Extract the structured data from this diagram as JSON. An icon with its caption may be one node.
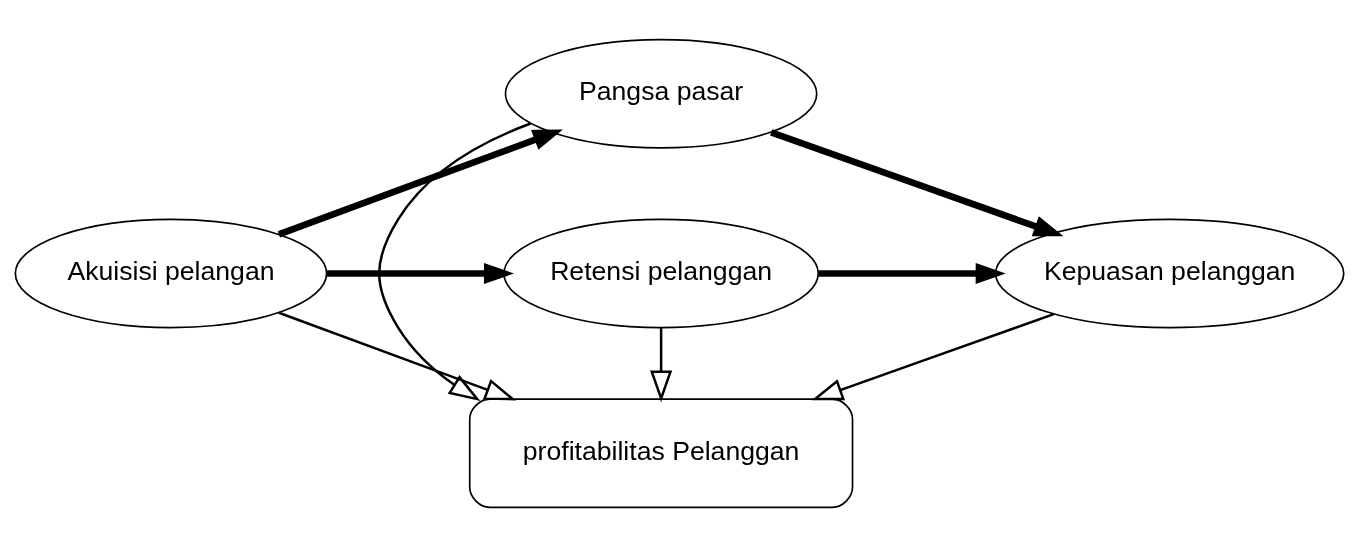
{
  "diagram": {
    "nodes": [
      {
        "text": [
          "Pangsa pasar"
        ]
      },
      {
        "text": [
          "Akuisisi pelangan"
        ]
      },
      {
        "text": [
          "profitabilitas Pelanggan"
        ]
      },
      {
        "text": [
          "Kepuasan pelanggan"
        ]
      },
      {
        "text": [
          "Retensi pelanggan"
        ]
      }
    ],
    "edges": [
      {
        "from": 1,
        "to": 0,
        "arrow": "to",
        "style": "thick"
      },
      {
        "from": 0,
        "to": 3,
        "arrow": "to",
        "style": "thick"
      },
      {
        "from": 1,
        "to": 4,
        "arrow": "to",
        "style": "thick"
      },
      {
        "from": 4,
        "to": 3,
        "arrow": "to",
        "style": "thick"
      },
      {
        "from": 0,
        "to": 2,
        "arrow": "to"
      },
      {
        "from": 1,
        "to": 2,
        "arrow": "to"
      },
      {
        "from": 3,
        "to": 2,
        "arrow": "to"
      },
      {
        "from": 4,
        "to": 2,
        "arrow": "to"
      }
    ]
  }
}
